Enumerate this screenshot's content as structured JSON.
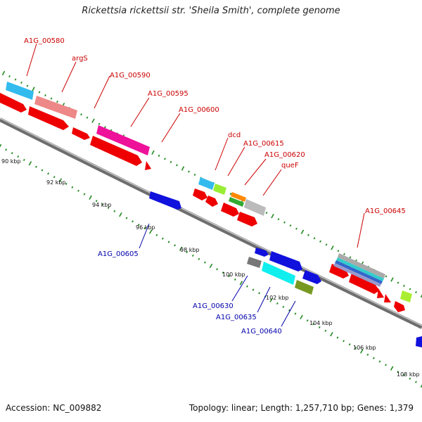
{
  "title": "Rickettsia rickettsii str. 'Sheila Smith', complete genome",
  "footer": {
    "accession": "Accession: NC_009882",
    "topology": "Topology: linear; Length: 1,257,710 bp; Genes: 1,379"
  },
  "colors": {
    "forward_label": "#cc0000",
    "reverse_label": "#0000aa",
    "backbone": "#888888",
    "tick": "#228b22"
  },
  "scale_labels": [
    "90 kbp",
    "92 kbp",
    "94 kbp",
    "96 kbp",
    "98 kbp",
    "100 kbp",
    "102 kbp",
    "104 kbp",
    "106 kbp",
    "108 kbp"
  ],
  "forward_gene_labels": [
    "A1G_00580",
    "argS",
    "A1G_00590",
    "A1G_00595",
    "A1G_00600",
    "dcd",
    "A1G_00615",
    "A1G_00620",
    "queF",
    "A1G_00645"
  ],
  "reverse_gene_labels": [
    "A1G_00605",
    "A1G_00630",
    "A1G_00635",
    "A1G_00640"
  ]
}
